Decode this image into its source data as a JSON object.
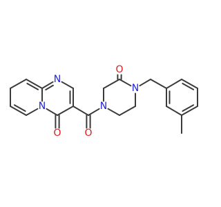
{
  "molecule": {
    "colors": {
      "bond": "#3a3a3a",
      "N": "#1f1fd9",
      "O": "#e01818"
    },
    "atoms": [
      {
        "id": "n_bh",
        "label": "N",
        "element": "N"
      },
      {
        "id": "n_top",
        "label": "N",
        "element": "N"
      },
      {
        "id": "o_ring",
        "label": "O",
        "element": "O"
      },
      {
        "id": "o_amide",
        "label": "O",
        "element": "O"
      },
      {
        "id": "n_pip1",
        "label": "N",
        "element": "N"
      },
      {
        "id": "o_pip",
        "label": "O",
        "element": "O"
      },
      {
        "id": "n_pip4",
        "label": "N",
        "element": "N"
      }
    ]
  }
}
